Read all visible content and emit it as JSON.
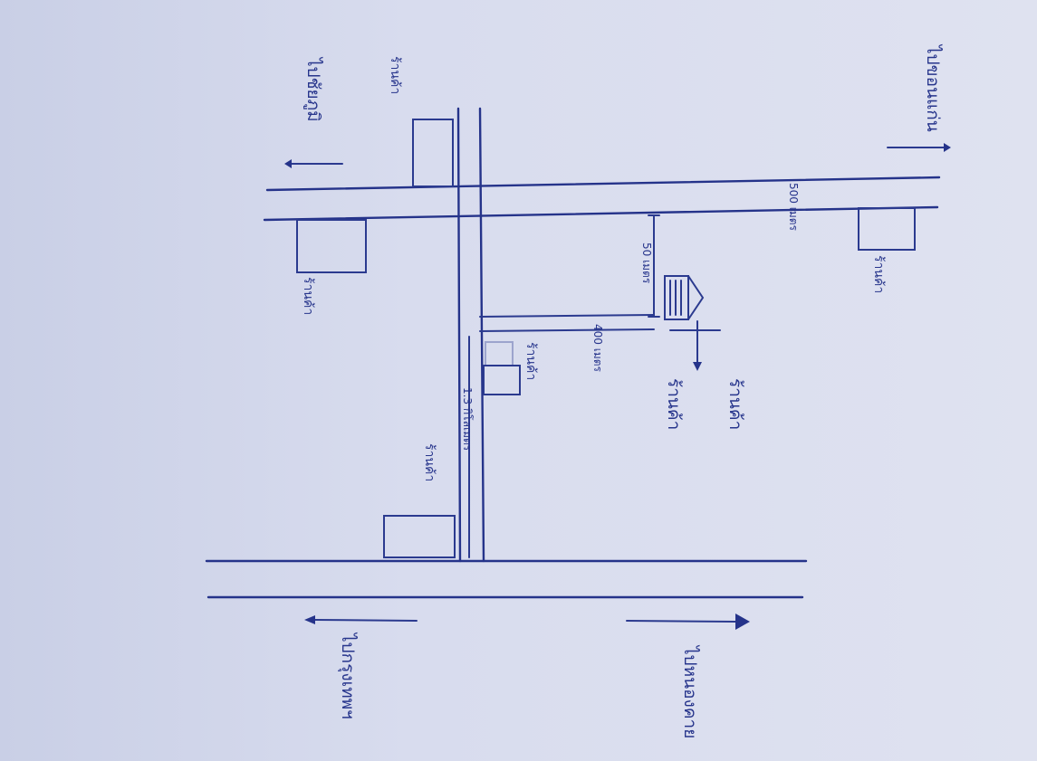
{
  "labels": {
    "to_khon_kaen": "ไปขอนแก่น",
    "to_nong_khai": "ไปหนองคาย",
    "to_bangkok": "ไปกรุงเทพฯ",
    "to_chaiyaphum": "ไปชัยภูมิ",
    "shop_top_left": "ร้านค้า",
    "shop_left_middle": "ร้านค้า",
    "shop_right_upper": "ร้านค้า",
    "shop_lower_right": "ร้านค้า",
    "center_label": "ร้านค้า",
    "destination_line1": "ร้านค้า",
    "destination_line2": "ร้านค้า",
    "dist_500m": "500 เมตร",
    "dist_50m": "50 เมตร",
    "dist_400m": "400 เมตร",
    "dist_1_3km": "1.3 กิโลเมตร"
  }
}
